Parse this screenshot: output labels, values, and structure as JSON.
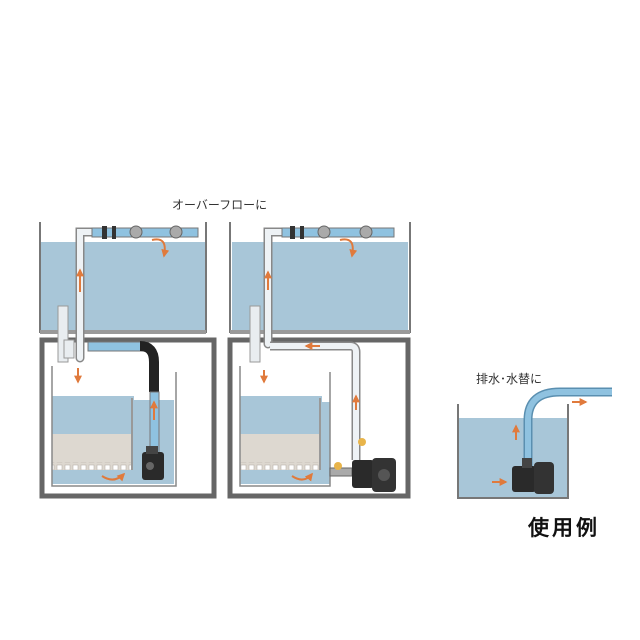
{
  "labels": {
    "overflow": "オーバーフローに",
    "drain_exchange": "排水･水替に",
    "usage_example": "使用例"
  },
  "colors": {
    "water": "#a8c6d8",
    "water_dark": "#8fb3c8",
    "sand": "#ddd8d0",
    "frame": "#666666",
    "pipe": "#e9edf0",
    "hose": "#8fc2e0",
    "arrow": "#e07a3c",
    "pump": "#2a2a2a"
  },
  "icons": [
    "flow-arrow-icon",
    "pump-icon",
    "valve-icon"
  ]
}
